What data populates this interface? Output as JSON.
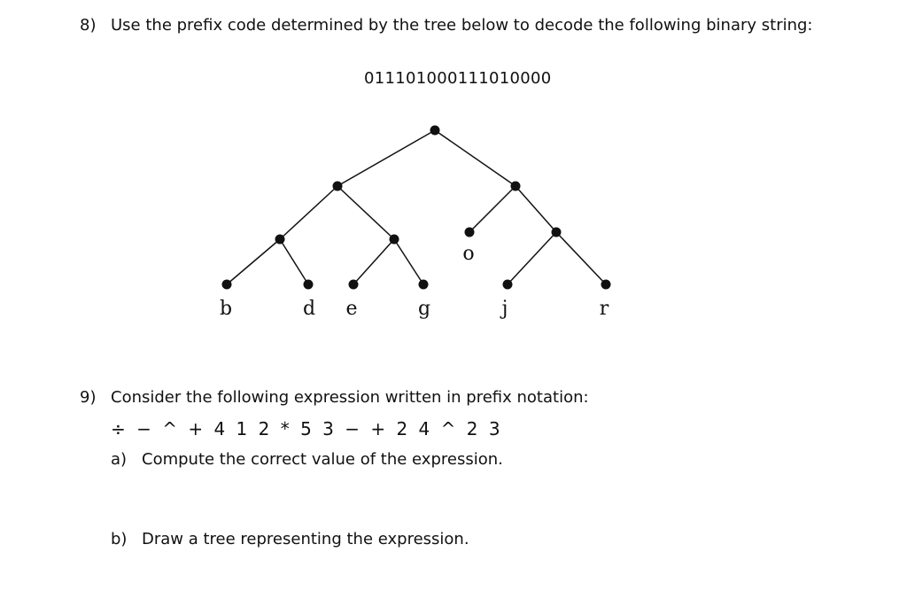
{
  "q8": {
    "number": "8)",
    "prompt": "Use the prefix code determined by the tree below to decode the following binary string:",
    "binary_string": "011101000111010000"
  },
  "tree": {
    "leaf_labels": {
      "b": "b",
      "d": "d",
      "e": "e",
      "g": "g",
      "o": "o",
      "j": "j",
      "r": "r"
    }
  },
  "q9": {
    "number": "9)",
    "prompt": "Consider the following expression written in prefix notation:",
    "expression": "÷ −  ^ + 4 1 2 * 5 3 − + 2 4 ^ 2 3",
    "part_a_label": "a)",
    "part_a_text": "Compute the correct value of the expression.",
    "part_b_label": "b)",
    "part_b_text": "Draw a tree representing the expression."
  }
}
